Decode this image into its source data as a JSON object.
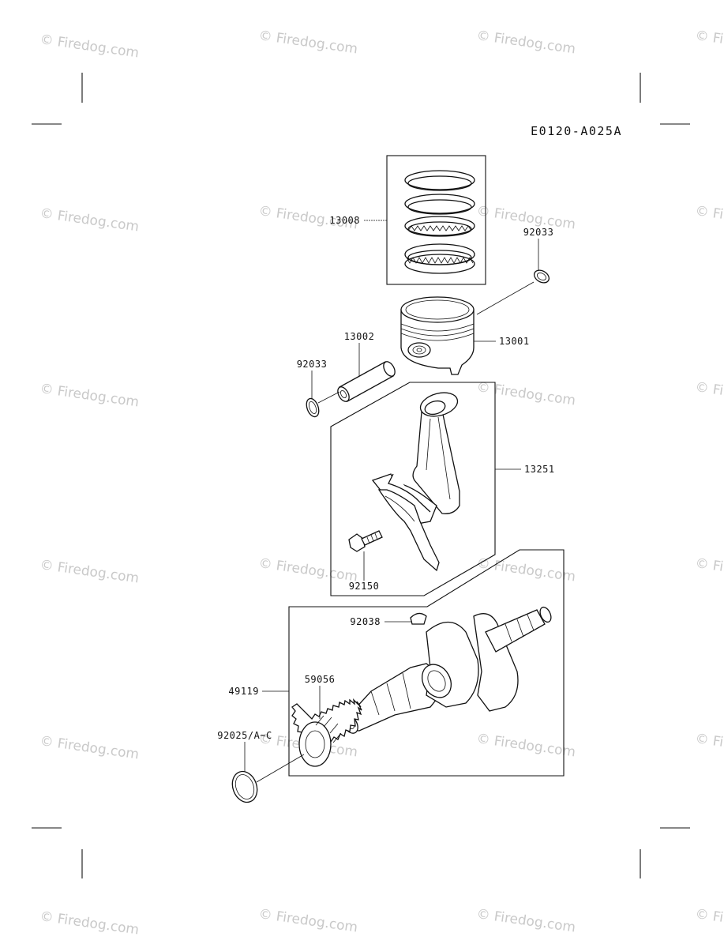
{
  "diagram_code": "E0120-A025A",
  "watermark": "© Firedog.com",
  "parts": {
    "ring_set": "13008",
    "clip_right": "92033",
    "piston": "13001",
    "piston_pin": "13002",
    "clip_left": "92033",
    "connecting_rod": "13251",
    "bolt": "92150",
    "key": "92038",
    "crankshaft_assy": "49119",
    "gear": "59056",
    "shim": "92025/A~C"
  }
}
